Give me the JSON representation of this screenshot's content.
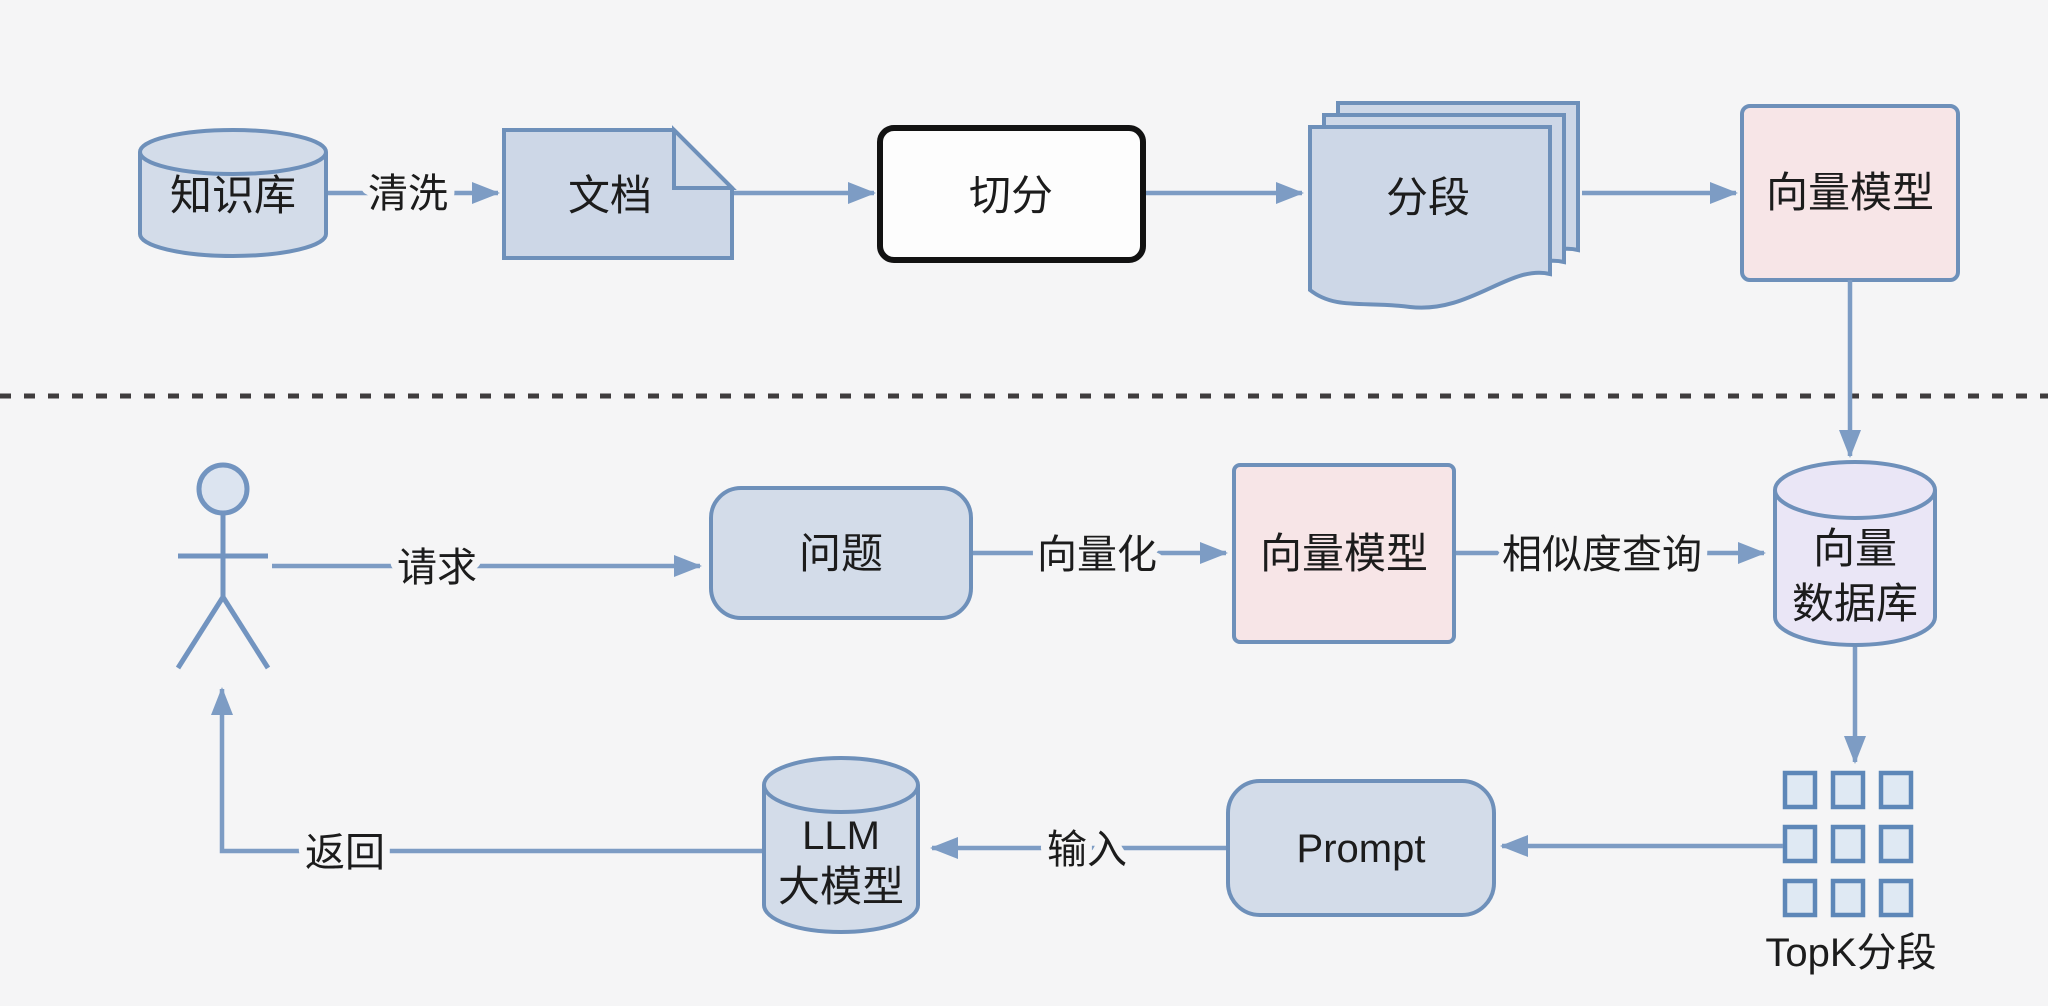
{
  "diagram": {
    "indexing_flow": {
      "knowledge_base": "知识库",
      "clean": "清洗",
      "document": "文档",
      "split": "切分",
      "segments": "分段",
      "vector_model": "向量模型"
    },
    "query_flow": {
      "request": "请求",
      "question": "问题",
      "vectorize": "向量化",
      "vector_model": "向量模型",
      "similarity_query": "相似度查询",
      "vector_db_line1": "向量",
      "vector_db_line2": "数据库",
      "topk_label": "TopK分段",
      "prompt": "Prompt",
      "input": "输入",
      "llm_line1": "LLM",
      "llm_line2": "大模型",
      "return": "返回"
    },
    "colors": {
      "background": "#f5f5f6",
      "node_fill_blue": "#d3dce9",
      "node_fill_pink": "#f7e5e7",
      "node_fill_purple": "#eae6f6",
      "node_border": "#6e90ba",
      "connector": "#7d9cc4",
      "split_border": "#121212",
      "divider": "#3f3c3d",
      "text": "#1c1c1c"
    }
  }
}
